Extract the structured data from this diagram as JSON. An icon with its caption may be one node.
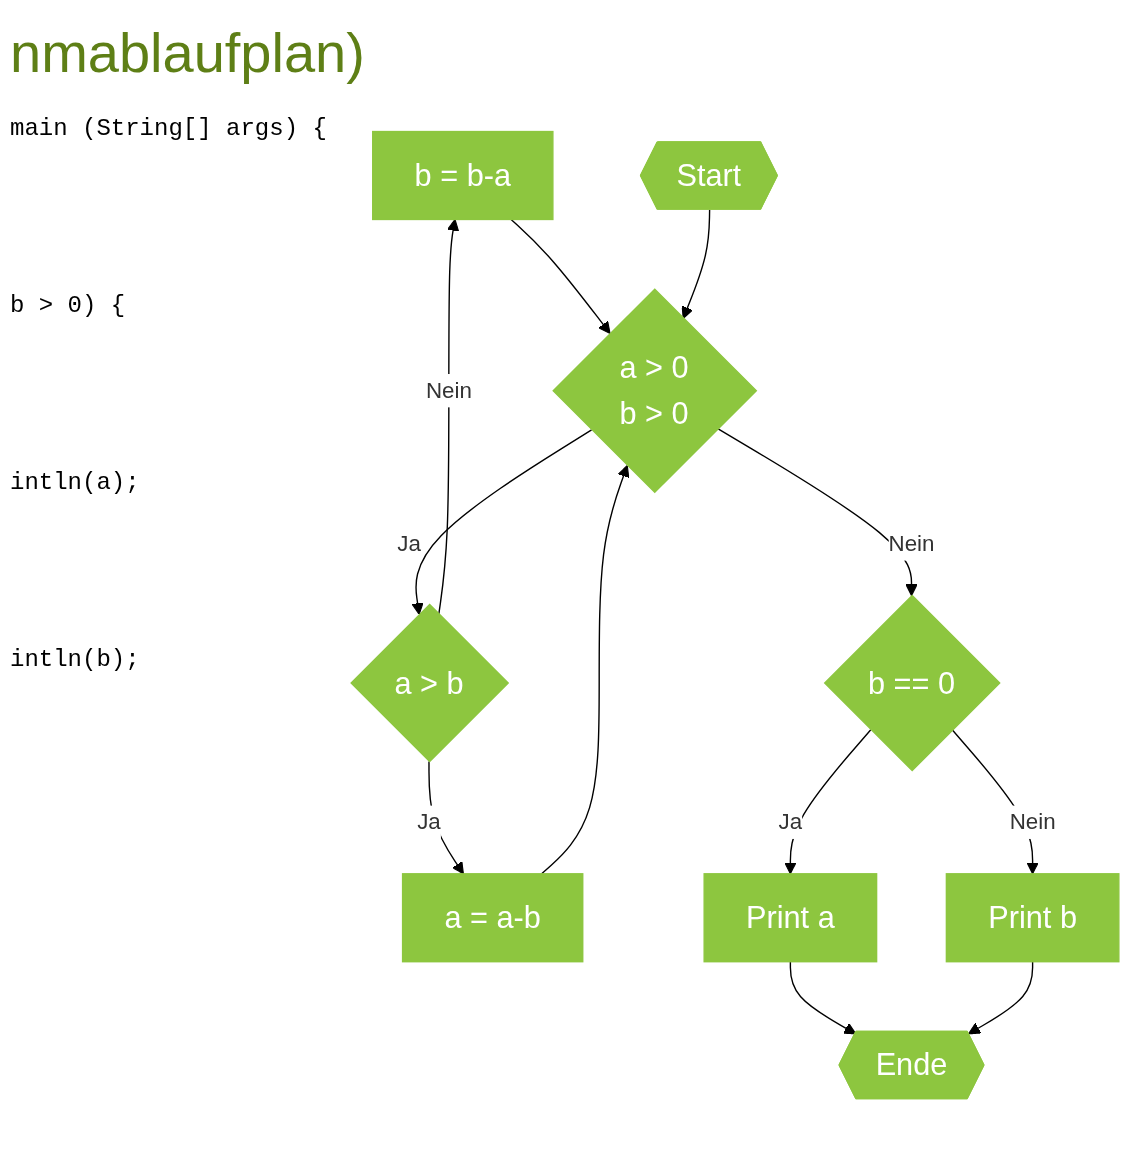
{
  "diagram": {
    "title": "nmablaufplan)",
    "nodes": [
      {
        "text": [
          "b = b-a"
        ]
      },
      {
        "text": [
          "a = a-b"
        ]
      },
      {
        "text": [
          "a > b"
        ]
      },
      {
        "text": [
          "Start"
        ]
      },
      {
        "text": [
          "a > 0",
          "b > 0"
        ]
      },
      {
        "text": [
          "Ende"
        ]
      },
      {
        "text": [
          "b == 0"
        ]
      },
      {
        "text": [
          "Print a"
        ]
      },
      {
        "text": [
          "Print b"
        ]
      }
    ],
    "edges": [
      {
        "from": 0,
        "to": 4,
        "arrow": "to"
      },
      {
        "from": 1,
        "to": 4,
        "arrow": "to"
      },
      {
        "from": 2,
        "to": 1,
        "arrow": "to",
        "label": "Ja"
      },
      {
        "from": 2,
        "to": 0,
        "arrow": "to",
        "label": "Nein"
      },
      {
        "from": 3,
        "to": 4,
        "arrow": "to"
      },
      {
        "from": 4,
        "to": 2,
        "arrow": "to",
        "label": "Ja"
      },
      {
        "from": 4,
        "to": 6,
        "arrow": "to",
        "label": "Nein"
      },
      {
        "from": 6,
        "to": 7,
        "arrow": "to",
        "label": "Ja"
      },
      {
        "from": 6,
        "to": 8,
        "arrow": "to",
        "label": "Nein"
      },
      {
        "from": 7,
        "to": 5,
        "arrow": "to"
      },
      {
        "from": 8,
        "to": 5,
        "arrow": "to"
      }
    ],
    "labels": [
      "main (String[] args) {",
      "b > 0) {",
      "intln(a);",
      "intln(b);"
    ]
  }
}
